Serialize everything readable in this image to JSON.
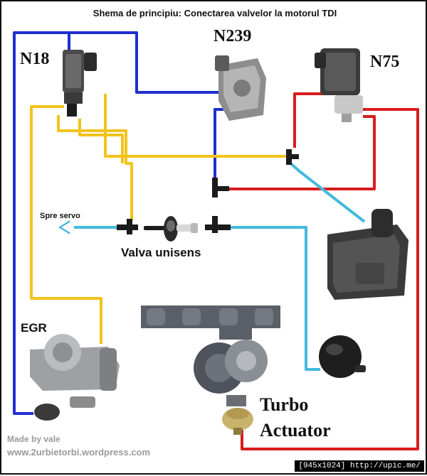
{
  "title": "Shema de principiu: Conectarea valvelor la motorul TDI",
  "components": {
    "n18": "N18",
    "n239": "N239",
    "n75": "N75",
    "egr": "EGR",
    "valva_unisens": "Valva unisens",
    "spre_servo": "Spre servo",
    "turbo_line1": "Turbo",
    "turbo_line2": "Actuator"
  },
  "credits": {
    "made_by": "Made by vale",
    "site": "www.2urbietorbi.wordpress.com"
  },
  "badge": "[945x1024] http://upic.me/",
  "hose_colors": {
    "blue": "#1f2fd0",
    "yellow": "#f2c31b",
    "red": "#d81c1c",
    "cyan": "#43b9de"
  }
}
